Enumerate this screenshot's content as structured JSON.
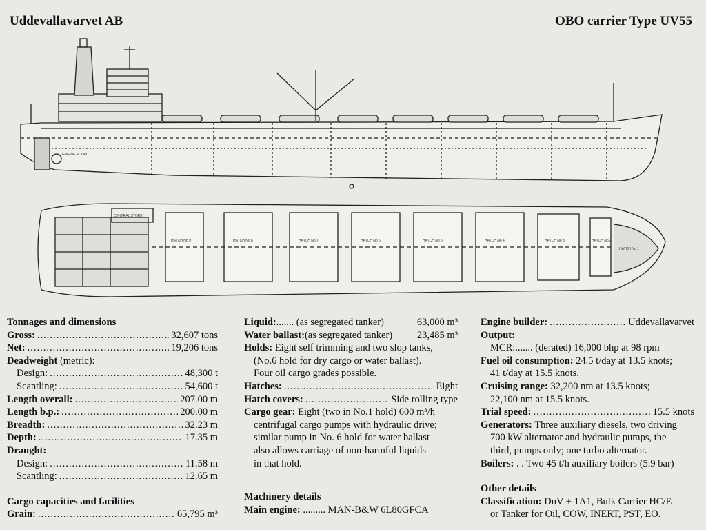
{
  "header": {
    "left": "Uddevallavarvet AB",
    "right": "OBO carrier Type UV55"
  },
  "drawing": {
    "deck_labels": [
      "ENGINE ROOM",
      "CENTRAL STORE",
      "HATCH No 9",
      "HATCH No 8",
      "HATCH No 7",
      "HATCH No 6",
      "HATCH No 5",
      "HATCH No 4",
      "HATCH No 3",
      "HATCH No 2",
      "HATCH No 1"
    ]
  },
  "col1": {
    "tonnage_title": "Tonnages and dimensions",
    "gross_k": "Gross:",
    "gross_v": "32,607 tons",
    "net_k": "Net:",
    "net_v": "19,206 tons",
    "deadweight_k": "Deadweight",
    "deadweight_note": " (metric):",
    "dw_design_k": "Design:",
    "dw_design_v": "48,300 t",
    "dw_scant_k": "Scantling:",
    "dw_scant_v": "54,600 t",
    "loa_k": "Length overall:",
    "loa_v": "207.00 m",
    "lbp_k": "Length b.p.:",
    "lbp_v": "200.00 m",
    "breadth_k": "Breadth:",
    "breadth_v": "32.23 m",
    "depth_k": "Depth:",
    "depth_v": "17.35 m",
    "draught_k": "Draught:",
    "dr_design_k": "Design:",
    "dr_design_v": "11.58 m",
    "dr_scant_k": "Scantling:",
    "dr_scant_v": "12.65 m",
    "cargo_title": "Cargo capacities and facilities",
    "grain_k": "Grain:",
    "grain_v": "65,795 m³"
  },
  "col2": {
    "liquid_k": "Liquid:",
    "liquid_mid": " ....... (as segregated tanker)",
    "liquid_v": "63,000 m³",
    "wb_k": "Water ballast:",
    "wb_mid": " (as segregated tanker)",
    "wb_v": "23,485 m³",
    "holds_k": "Holds:",
    "holds_t1": " Eight self trimming and two slop tanks,",
    "holds_t2": "(No.6 hold for dry cargo or water ballast).",
    "holds_t3": "Four oil cargo grades possible.",
    "hatches_k": "Hatches:",
    "hatches_v": "Eight",
    "hc_k": "Hatch covers:",
    "hc_v": "Side rolling type",
    "cg_k": "Cargo gear:",
    "cg_t1": " Eight (two in No.1 hold) 600 m³/h",
    "cg_t2": "centrifugal cargo pumps with hydraulic drive;",
    "cg_t3": "similar pump in No. 6 hold for water ballast",
    "cg_t4": "also allows carriage of non-harmful liquids",
    "cg_t5": "in that hold.",
    "mach_title": "Machinery details",
    "me_k": "Main engine:",
    "me_mid": " ......... ",
    "me_v": "MAN-B&W 6L80GFCA"
  },
  "col3": {
    "eb_k": "Engine builder:",
    "eb_v": "Uddevallavarvet",
    "output_k": "Output:",
    "mcr_k": "MCR:",
    "mcr_v": " ....... (derated) 16,000 bhp at 98 rpm",
    "fuel_k": "Fuel oil consumption:",
    "fuel_t1": " 24.5 t/day at 13.5 knots;",
    "fuel_t2": "41 t/day at 15.5 knots.",
    "cr_k": "Cruising range:",
    "cr_t1": " 32,200 nm at 13.5 knots;",
    "cr_t2": "22,100 nm at 15.5 knots.",
    "ts_k": "Trial speed:",
    "ts_v": "15.5 knots",
    "gen_k": "Generators:",
    "gen_t1": " Three auxiliary diesels, two driving",
    "gen_t2": "700 kW alternator and hydraulic pumps, the",
    "gen_t3": "third, pumps only; one turbo alternator.",
    "boil_k": "Boilers:",
    "boil_t": " . . Two 45 t/h auxiliary boilers (5.9 bar)",
    "other_title": "Other details",
    "class_k": "Classification:",
    "class_t1": " DnV + 1A1, Bulk Carrier HC/E",
    "class_t2": "or Tanker for Oil, COW, INERT, PST, EO."
  }
}
